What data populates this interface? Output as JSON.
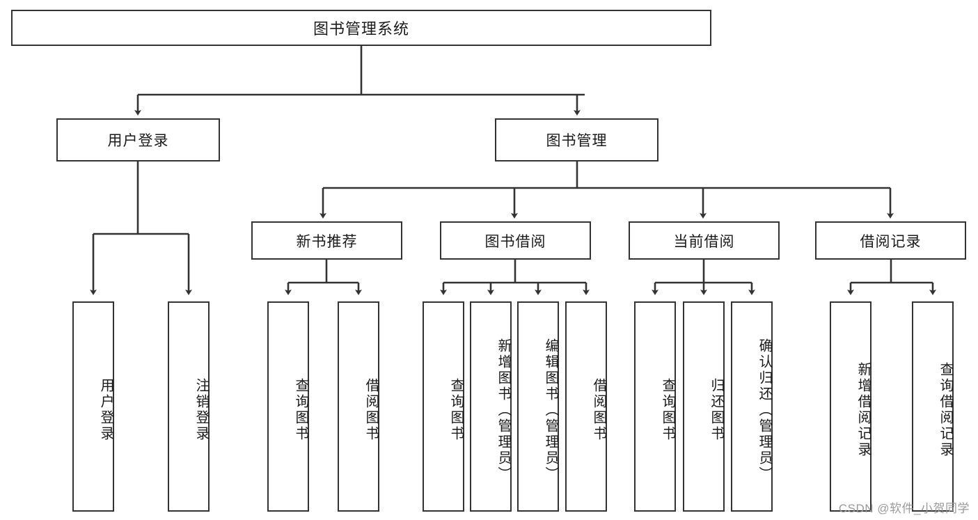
{
  "diagram": {
    "title": "图书管理系统",
    "root": {
      "label": "图书管理系统"
    },
    "level2": [
      {
        "label": "用户登录"
      },
      {
        "label": "图书管理"
      }
    ],
    "level3": [
      {
        "label": "新书推荐"
      },
      {
        "label": "图书借阅"
      },
      {
        "label": "当前借阅"
      },
      {
        "label": "借阅记录"
      }
    ],
    "leaves": [
      {
        "label": "用户登录"
      },
      {
        "label": "注销登录"
      },
      {
        "label": "查询图书"
      },
      {
        "label": "借阅图书"
      },
      {
        "label": "查询图书"
      },
      {
        "label": "新增图书（管理员）"
      },
      {
        "label": "编辑图书（管理员）"
      },
      {
        "label": "借阅图书"
      },
      {
        "label": "查询图书"
      },
      {
        "label": "归还图书"
      },
      {
        "label": "确认归还（管理员）"
      },
      {
        "label": "新增借阅记录"
      },
      {
        "label": "查询借阅记录"
      }
    ]
  },
  "watermark": {
    "text": "CSDN @软件_小贺同学"
  },
  "colors": {
    "stroke": "#333333",
    "background": "#ffffff",
    "text": "#1a1a1a",
    "watermark": "#9a9a9a"
  }
}
